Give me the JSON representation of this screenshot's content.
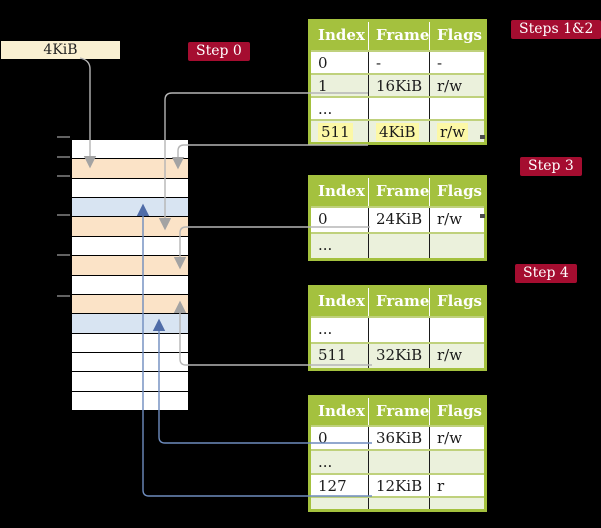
{
  "colors": {
    "background": "#000000",
    "accent_red": "#a50d30",
    "table_green": "#a4c13e",
    "table_row_alt_green": "#ebf1dc",
    "memory_orange": "#fbe3c7",
    "memory_blue": "#d8e4f2",
    "memory_white": "#ffffff",
    "highlight_yellow": "#fcf8a6",
    "frame_box_cream": "#faf0d2",
    "connector_gray": "#b5b5b5",
    "connector_blue": "#6e8cbe"
  },
  "labels": {
    "frame_size_box": "4KiB",
    "step0": "Step 0",
    "steps_1_2": "Steps 1&2",
    "step3": "Step 3",
    "step4": "Step 4"
  },
  "page_tables": {
    "column_headers": [
      "Index",
      "Frame",
      "Flags"
    ],
    "t1": {
      "rows": [
        [
          "0",
          "-",
          "-"
        ],
        [
          "1",
          "16KiB",
          "r/w"
        ],
        [
          "...",
          "",
          ""
        ],
        [
          "511",
          "4KiB",
          "r/w"
        ]
      ],
      "highlighted_row": 3
    },
    "t2": {
      "rows": [
        [
          "0",
          "24KiB",
          "r/w"
        ],
        [
          "...",
          "",
          ""
        ]
      ]
    },
    "t3": {
      "rows": [
        [
          "...",
          "",
          ""
        ],
        [
          "511",
          "32KiB",
          "r/w"
        ]
      ]
    },
    "t4": {
      "rows": [
        [
          "0",
          "36KiB",
          "r/w"
        ],
        [
          "...",
          "",
          ""
        ],
        [
          "127",
          "12KiB",
          "r"
        ],
        [
          "...",
          "",
          ""
        ]
      ]
    }
  },
  "memory": {
    "row_colors": [
      "white",
      "orange",
      "white",
      "blue",
      "orange",
      "white",
      "orange",
      "white",
      "orange",
      "blue",
      "white",
      "white",
      "white",
      "white"
    ]
  }
}
